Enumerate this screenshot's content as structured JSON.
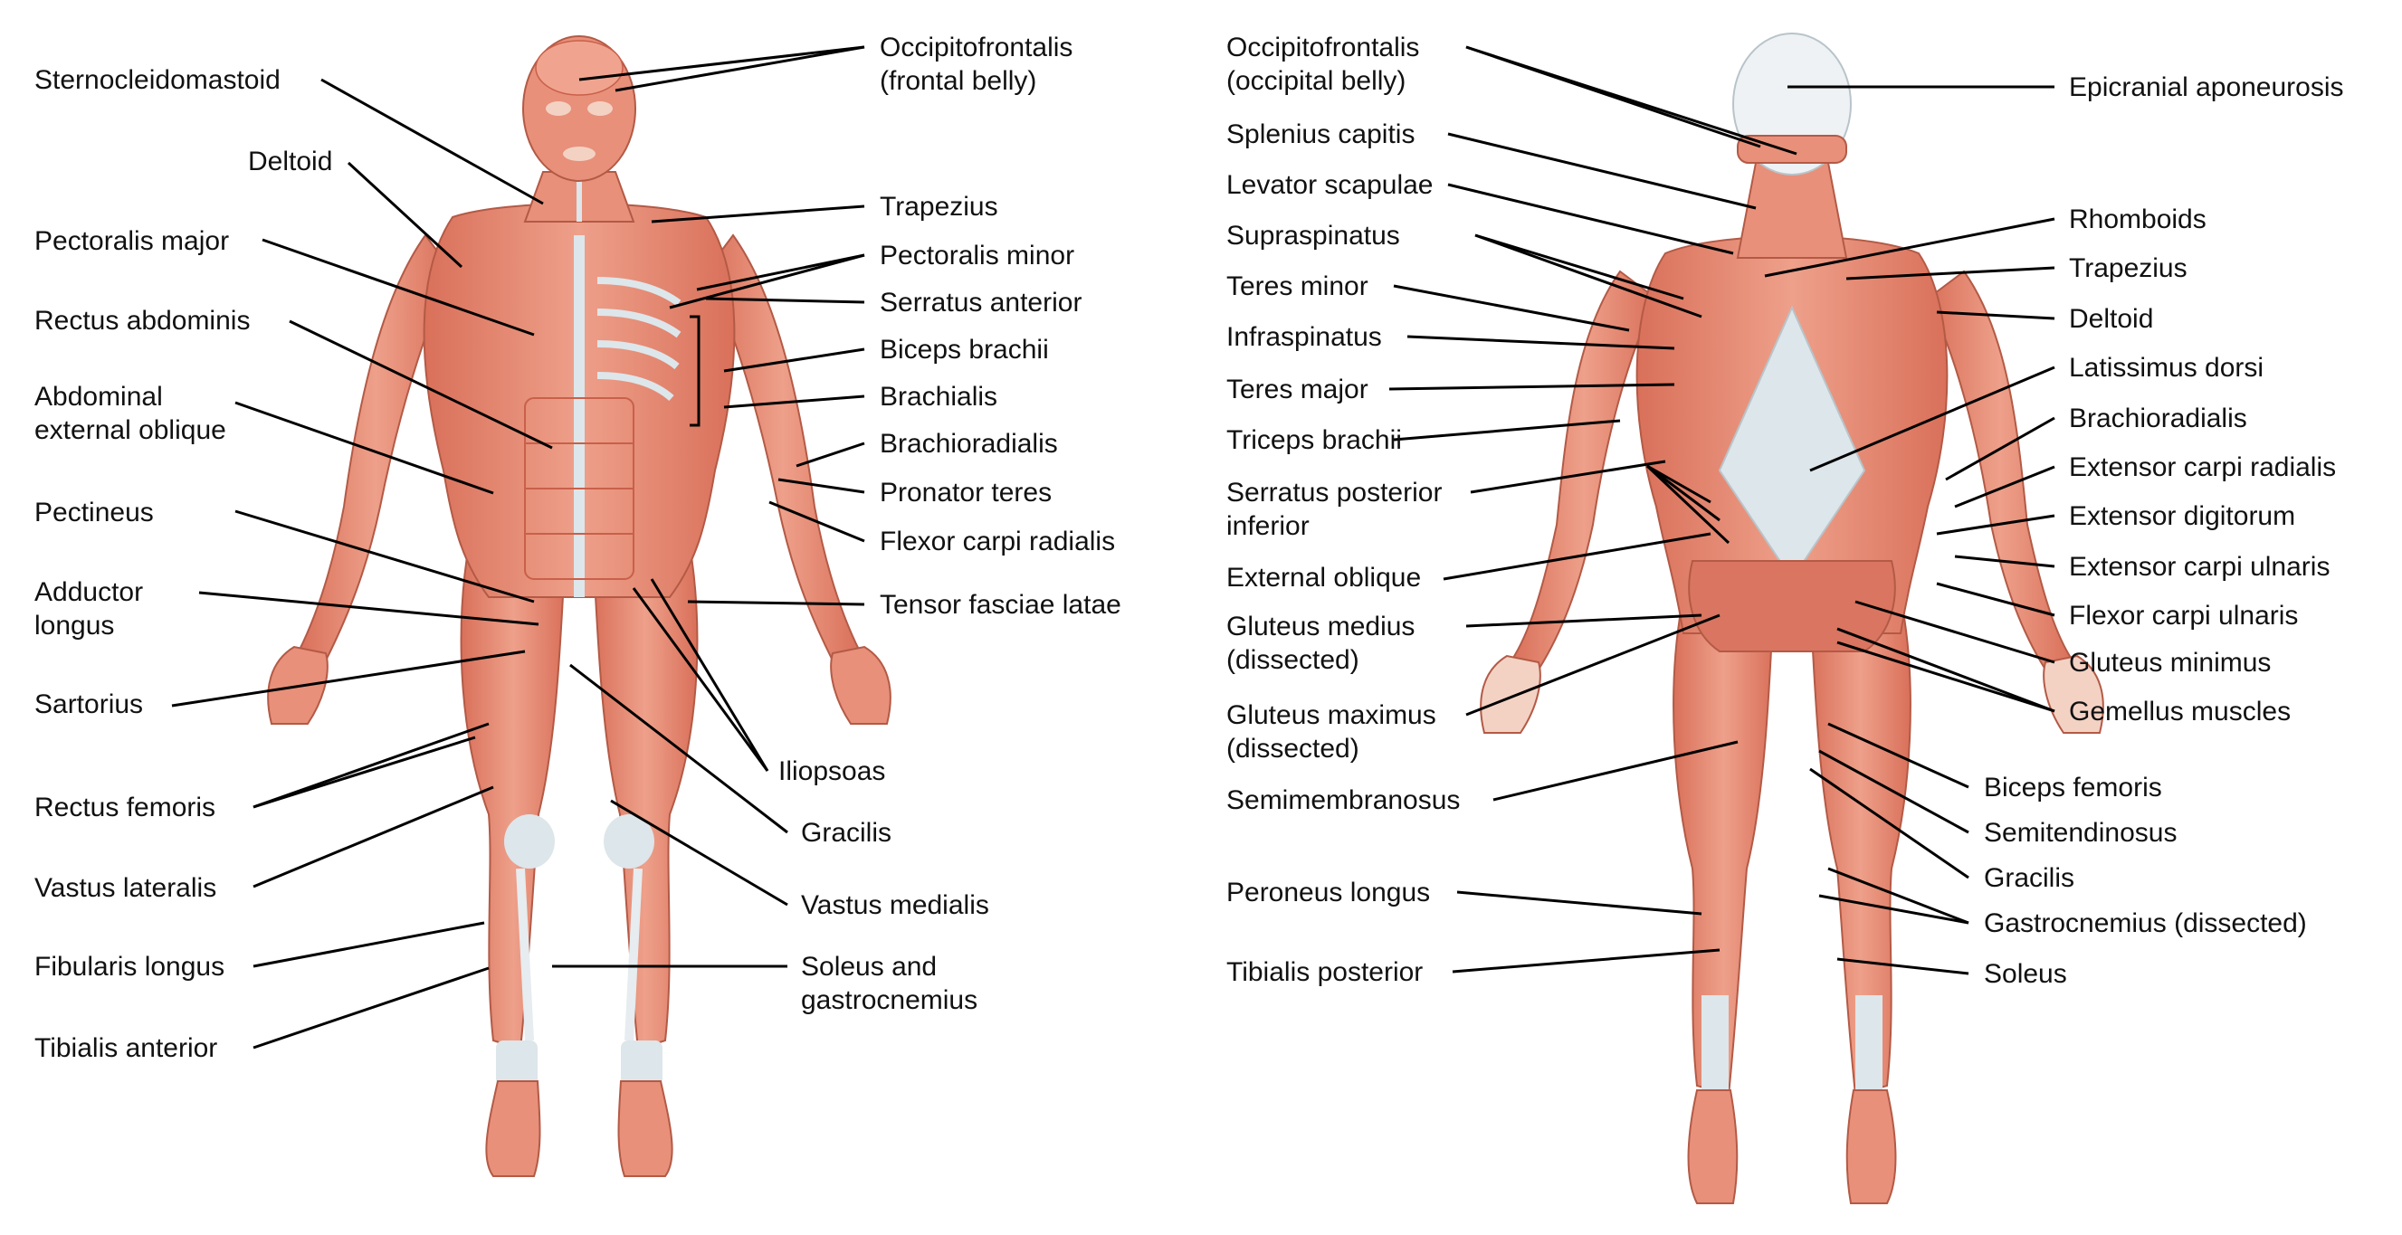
{
  "anterior": {
    "left_labels": [
      "Sternocleidomastoid",
      "Deltoid",
      "Pectoralis major",
      "Rectus abdominis",
      "Abdominal\nexternal oblique",
      "Pectineus",
      "Adductor\nlongus",
      "Sartorius",
      "Rectus femoris",
      "Vastus lateralis",
      "Fibularis longus",
      "Tibialis anterior"
    ],
    "right_labels": [
      "Occipitofrontalis\n(frontal belly)",
      "Trapezius",
      "Pectoralis minor",
      "Serratus anterior",
      "Biceps brachii",
      "Brachialis",
      "Brachioradialis",
      "Pronator teres",
      "Flexor carpi radialis",
      "Tensor fasciae latae",
      "Iliopsoas",
      "Gracilis",
      "Vastus medialis",
      "Soleus and\ngastrocnemius"
    ]
  },
  "posterior": {
    "left_labels": [
      "Occipitofrontalis\n(occipital belly)",
      "Splenius capitis",
      "Levator scapulae",
      "Supraspinatus",
      "Teres minor",
      "Infraspinatus",
      "Teres major",
      "Triceps brachii",
      "Serratus posterior\ninferior",
      "External oblique",
      "Gluteus medius\n(dissected)",
      "Gluteus maximus\n(dissected)",
      "Semimembranosus",
      "Peroneus longus",
      "Tibialis posterior"
    ],
    "right_labels": [
      "Epicranial aponeurosis",
      "Rhomboids",
      "Trapezius",
      "Deltoid",
      "Latissimus dorsi",
      "Brachioradialis",
      "Extensor carpi radialis",
      "Extensor digitorum",
      "Extensor carpi ulnaris",
      "Flexor carpi ulnaris",
      "Gluteus minimus",
      "Gemellus muscles",
      "Biceps femoris",
      "Semitendinosus",
      "Gracilis",
      "Gastrocnemius (dissected)",
      "Soleus"
    ]
  },
  "colors": {
    "muscle": "#e8907a",
    "muscle_dark": "#c9604a",
    "tendon": "#dde6ea",
    "skin_light": "#f3d2c4",
    "leader_line": "#000000"
  }
}
